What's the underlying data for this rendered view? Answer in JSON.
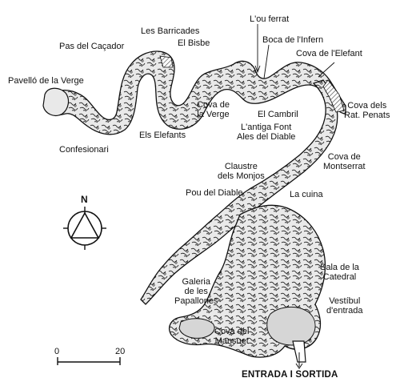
{
  "map": {
    "labels": {
      "pas_cacador": "Pas del Caçador",
      "les_barricades": "Les Barricades",
      "el_bisbe": "El Bisbe",
      "lou_ferrat": "L'ou ferrat",
      "boca_infern": "Boca de l'Infern",
      "cova_elefant": "Cova de l'Elefant",
      "pavello_verge": "Pavelló de la Verge",
      "confesionari": "Confesionari",
      "els_elefants": "Els Elefants",
      "cova_verge": "Cova de\nla Verge",
      "el_cambril": "El Cambril",
      "antiga_font": "L'antiga Font\nAles del Diable",
      "cova_rat_penats": "Cova dels\nRat. Penats",
      "cova_montserrat": "Cova de\nMontserrat",
      "claustre_monjos": "Claustre\ndels Monjos",
      "pou_diable": "Pou del Diable",
      "la_cuina": "La cuina",
      "sala_catedral": "Sala de la\nCatedral",
      "galeria_papallones": "Galeria\nde les\nPapallones",
      "cova_mansuet": "Cova del\nMansuet",
      "vestibul_entrada": "Vestíbul\nd'entrada",
      "entrada_sortida": "ENTRADA I SORTIDA"
    },
    "compass": {
      "letter": "N"
    },
    "scale": {
      "start": "0",
      "end": "20"
    },
    "colors": {
      "ink": "#111111",
      "cave_fill": "#e9e9e9",
      "hatch": "#3a3a3a"
    }
  }
}
